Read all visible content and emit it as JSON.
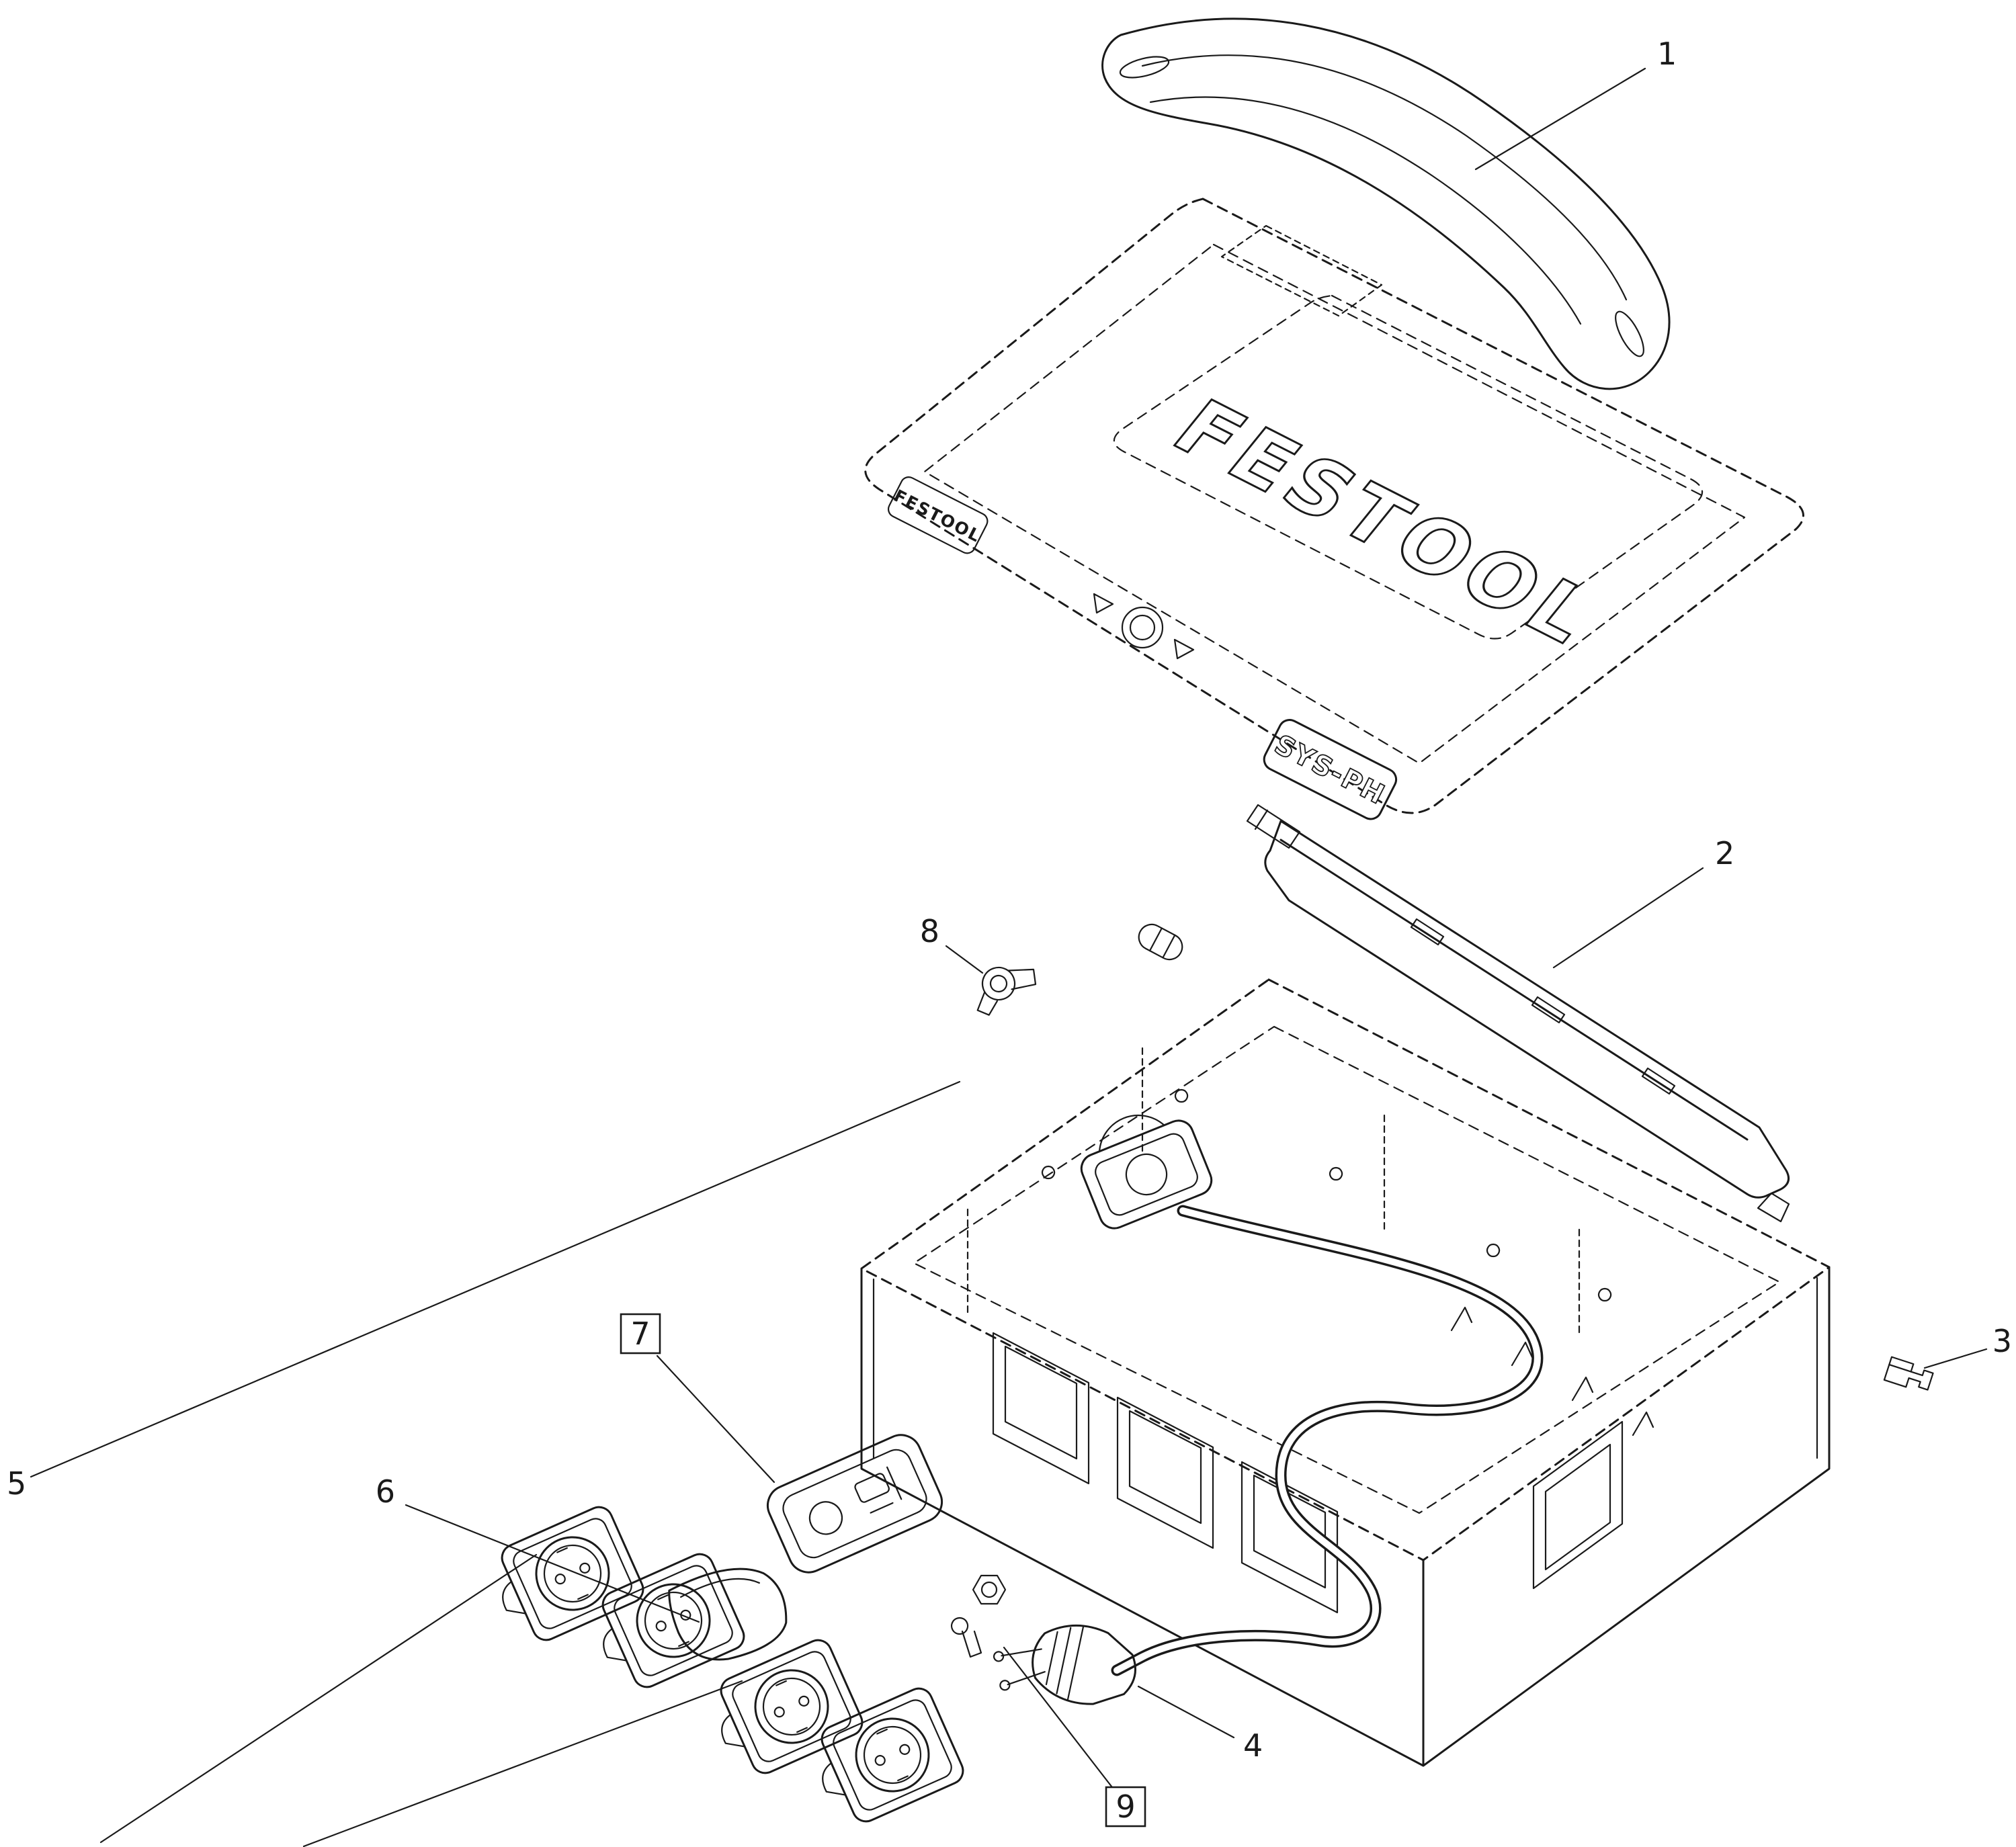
{
  "diagram": {
    "background": "#ffffff",
    "line_color": "#1a1a1a",
    "brand_logo": "FESTOOL",
    "side_logo": "FESTOOL",
    "model_label": "SYS-PH"
  },
  "callouts": [
    {
      "label": "1",
      "boxed": false
    },
    {
      "label": "2",
      "boxed": false
    },
    {
      "label": "3",
      "boxed": false
    },
    {
      "label": "4",
      "boxed": false
    },
    {
      "label": "5",
      "boxed": false
    },
    {
      "label": "6",
      "boxed": false
    },
    {
      "label": "7",
      "boxed": true
    },
    {
      "label": "8",
      "boxed": false
    },
    {
      "label": "9",
      "boxed": true
    }
  ]
}
